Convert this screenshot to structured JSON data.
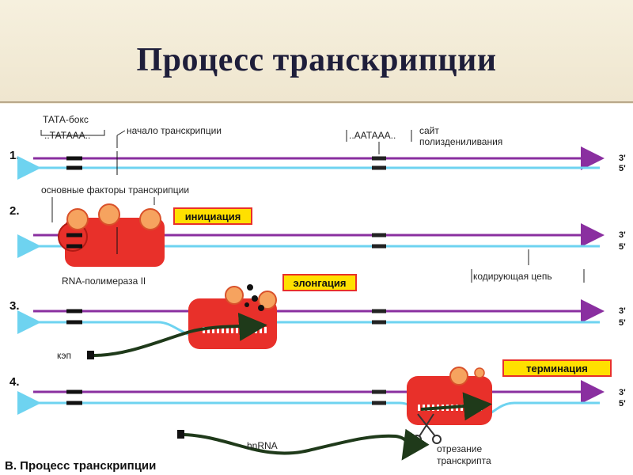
{
  "slide": {
    "title": "Процесс транскрипции"
  },
  "diagram": {
    "stages": [
      "1.",
      "2.",
      "3.",
      "4."
    ],
    "prime3": "3'",
    "prime5": "5'",
    "labels": {
      "tata_box": "ТАТА-бокс",
      "tata_seq": "..ТАТААА..",
      "start": "начало транскрипции",
      "polyA_seq": "..ААТААА..",
      "polyA_site_1": "сайт",
      "polyA_site_2": "полиздениливания",
      "factors": "основные факторы транскрипции",
      "rna_pol": "RNA-полимераза II",
      "coding_strand": "кодирующая цепь",
      "cap": "кэп",
      "hnrna": "hnRNA",
      "cut_1": "отрезание",
      "cut_2": "транскрипта"
    },
    "phases": {
      "initiation": "инициация",
      "elongation": "элонгация",
      "termination": "терминация"
    },
    "caption": "В. Процесс транскрипции",
    "colors": {
      "top_strand": "#8a2fa0",
      "bottom_strand": "#6ed3f0",
      "polymerase": "#e8302a",
      "factor": "#f6a35f",
      "phase_box": "#ffe000",
      "rna": "#1f3a1a"
    }
  }
}
